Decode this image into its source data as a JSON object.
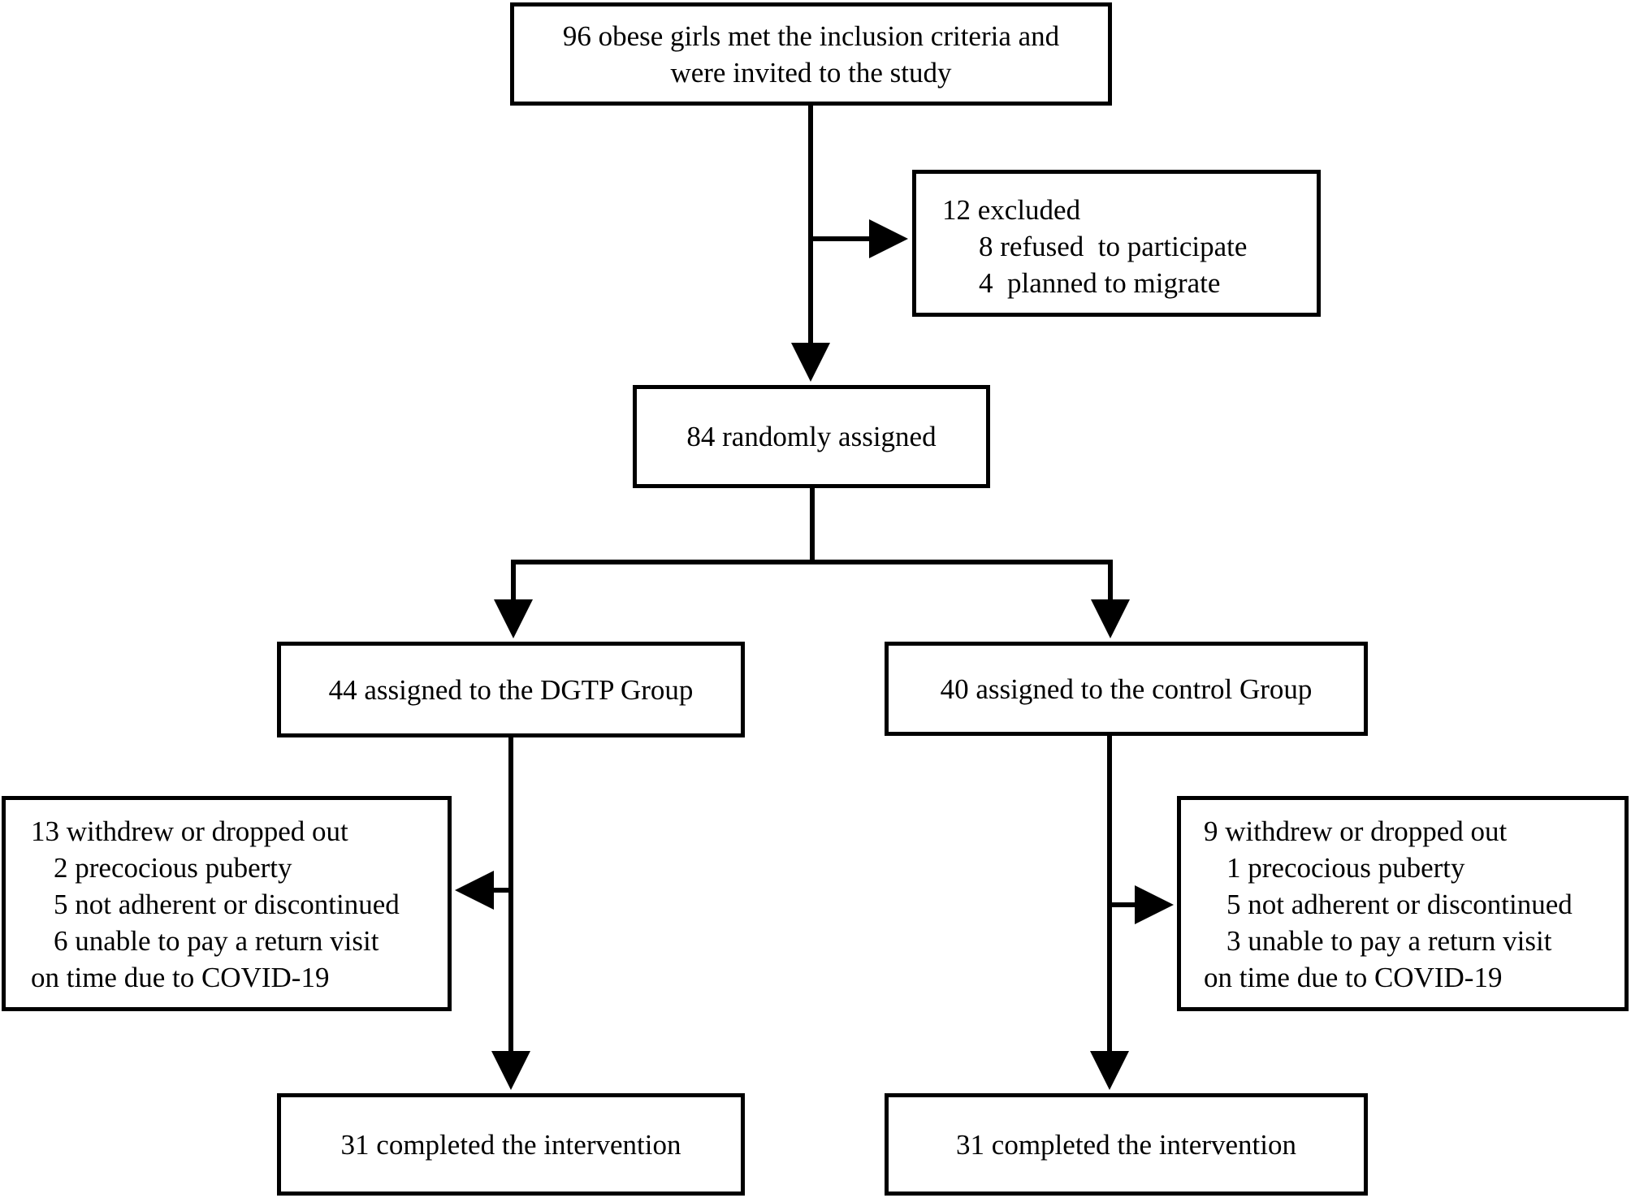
{
  "enrollment": {
    "invited_lines": [
      "96 obese girls met the inclusion criteria and",
      "were invited to the study"
    ],
    "excluded": {
      "header": "12 excluded",
      "reasons": [
        "8 refused  to participate",
        "4  planned to migrate"
      ]
    },
    "randomized": "84 randomly assigned"
  },
  "allocation": {
    "dgtp_group": "44 assigned to the DGTP Group",
    "control_group": "40 assigned to the control Group"
  },
  "follow_up": {
    "dgtp_withdrawn": {
      "header": "13 withdrew or dropped out",
      "reasons": [
        "2 precocious puberty",
        "5 not adherent or discontinued",
        "6 unable to pay a return visit"
      ],
      "tail": "on time due to COVID-19"
    },
    "control_withdrawn": {
      "header": "9 withdrew or dropped out",
      "reasons": [
        "1 precocious puberty",
        "5 not adherent or discontinued",
        "3 unable to pay a return visit"
      ],
      "tail": "on time due to COVID-19"
    }
  },
  "analysis": {
    "dgtp_completed": "31 completed the intervention",
    "control_completed": "31 completed the intervention"
  },
  "colors": {
    "line": "#000000",
    "background": "#ffffff"
  }
}
